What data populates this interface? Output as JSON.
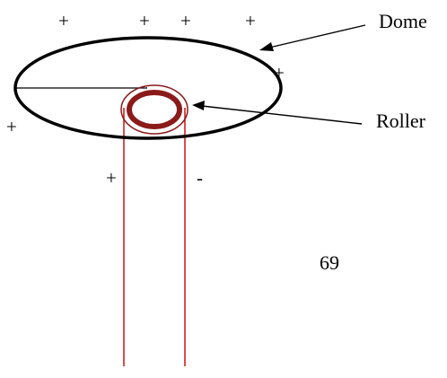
{
  "labels": {
    "dome": "Dome",
    "roller": "Roller"
  },
  "charges": {
    "top_1": "+",
    "top_2": "+",
    "top_3": "+",
    "top_4": "+",
    "right": "+",
    "left": "+",
    "belt_left": "+",
    "belt_right": "-"
  },
  "page_number": "69",
  "colors": {
    "outline": "#000000",
    "roller": "#8b1a1a",
    "belt": "#d22020"
  }
}
